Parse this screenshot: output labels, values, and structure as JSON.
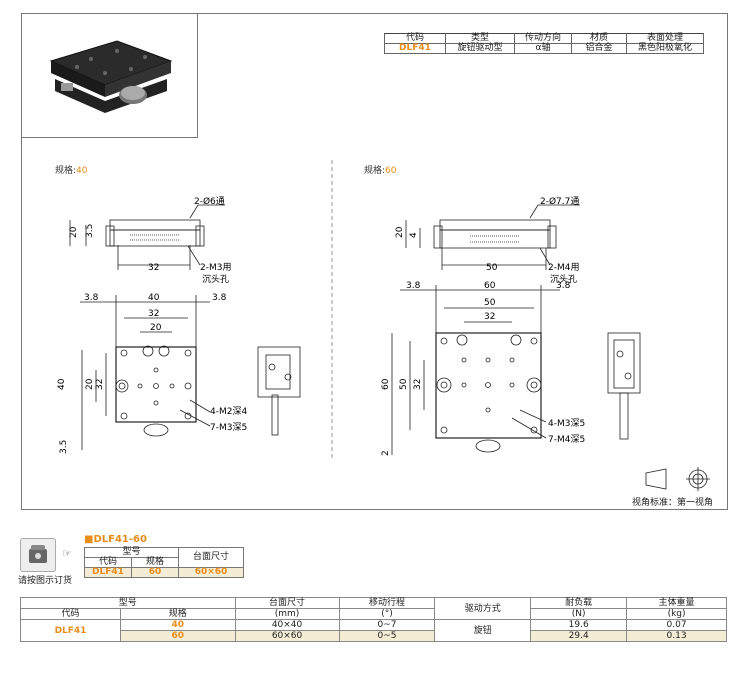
{
  "top_table": {
    "headers": [
      "代码",
      "类型",
      "传动方向",
      "材质",
      "表面处理"
    ],
    "row": [
      "DLF41",
      "旋钮驱动型",
      "α轴",
      "铝合金",
      "黑色阳极氧化"
    ]
  },
  "left_view": {
    "size_label": "规格:",
    "size_value": "40",
    "hole_callout": "2-Ø6通",
    "dim_height_20": "20",
    "dim_3_5": "3.5",
    "dim_32": "32",
    "counterbore_line1": "2-M3用",
    "counterbore_line2": "沉头孔",
    "dim_3_8_left": "3.8",
    "dim_40": "40",
    "dim_3_8_right": "3.8",
    "dim_32b": "32",
    "dim_20": "20",
    "dim_v40": "40",
    "dim_v20": "20",
    "dim_v32": "32",
    "dim_v3_5": "3.5",
    "tap_1": "4-M2深4",
    "tap_2": "7-M3深5"
  },
  "right_view": {
    "size_label": "规格:",
    "size_value": "60",
    "hole_callout": "2-Ø7.7通",
    "dim_height_20": "20",
    "dim_4": "4",
    "dim_50": "50",
    "counterbore_line1": "2-M4用",
    "counterbore_line2": "沉头孔",
    "dim_3_8_left": "3.8",
    "dim_60": "60",
    "dim_3_8_right": "3.8",
    "dim_50b": "50",
    "dim_32": "32",
    "dim_v60": "60",
    "dim_v50": "50",
    "dim_v32": "32",
    "dim_v2": "2",
    "tap_1": "4-M3深5",
    "tap_2": "7-M4深5"
  },
  "projection": {
    "label": "视角标准：第一视角"
  },
  "order": {
    "example_code": "■DLF41-60",
    "hint": "请按图示订货",
    "model_header": "型号",
    "area_header": "台面尺寸",
    "code_header": "代码",
    "spec_header": "规格",
    "code": "DLF41",
    "spec": "60",
    "area": "60×60"
  },
  "main_table": {
    "model": "型号",
    "code": "代码",
    "spec": "规格",
    "area": "台面尺寸",
    "area_unit": "(mm)",
    "travel": "移动行程",
    "travel_unit": "(°)",
    "drive": "驱动方式",
    "load": "耐负载",
    "load_unit": "(N)",
    "weight": "主体重量",
    "weight_unit": "(kg)",
    "rows": [
      {
        "code": "DLF41",
        "spec": "40",
        "area": "40×40",
        "travel": "0~7",
        "drive": "旋钮",
        "load": "19.6",
        "weight": "0.07"
      },
      {
        "code": "",
        "spec": "60",
        "area": "60×60",
        "travel": "0~5",
        "drive": "",
        "load": "29.4",
        "weight": "0.13"
      }
    ]
  }
}
